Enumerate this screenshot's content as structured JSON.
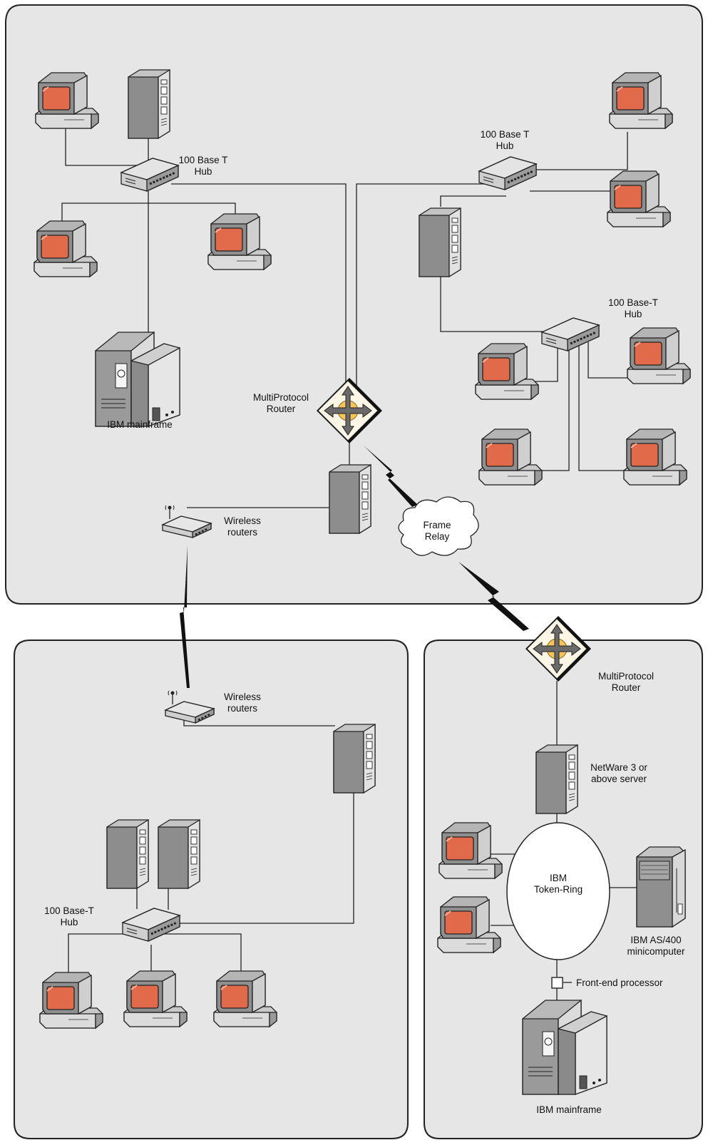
{
  "colors": {
    "region_fill": "#e6e6e6",
    "screen": "#e06a4a",
    "router_fill": "#f7c45c"
  },
  "labels": {
    "hub_top_left": [
      "100 Base T",
      "Hub"
    ],
    "hub_top_right": [
      "100 Base T",
      "Hub"
    ],
    "hub_mid_right": [
      "100 Base-T",
      "Hub"
    ],
    "mainframe_top": [
      "IBM mainframe"
    ],
    "router_top": [
      "MultiProtocol",
      "Router"
    ],
    "wireless_top": [
      "Wireless",
      "routers"
    ],
    "frame_relay": [
      "Frame",
      "Relay"
    ],
    "wireless_bottom": [
      "Wireless",
      "routers"
    ],
    "hub_bottom_left": [
      "100 Base-T",
      "Hub"
    ],
    "router_bottom": [
      "MultiProtocol",
      "Router"
    ],
    "netware": [
      "NetWare 3 or",
      "above server"
    ],
    "token_ring": [
      "IBM",
      "Token-Ring"
    ],
    "as400": [
      "IBM AS/400",
      "minicomputer"
    ],
    "fep": [
      "Front-end processor"
    ],
    "mainframe_bottom": [
      "IBM mainframe"
    ]
  },
  "icons": {
    "workstation": "workstation-icon",
    "server": "tower-server-icon",
    "hub": "network-hub-icon",
    "router": "multiprotocol-router-icon",
    "wireless": "wireless-router-icon",
    "mainframe": "mainframe-icon",
    "minicomputer": "minicomputer-icon",
    "cloud": "cloud-icon",
    "lightning": "lightning-link-icon"
  }
}
